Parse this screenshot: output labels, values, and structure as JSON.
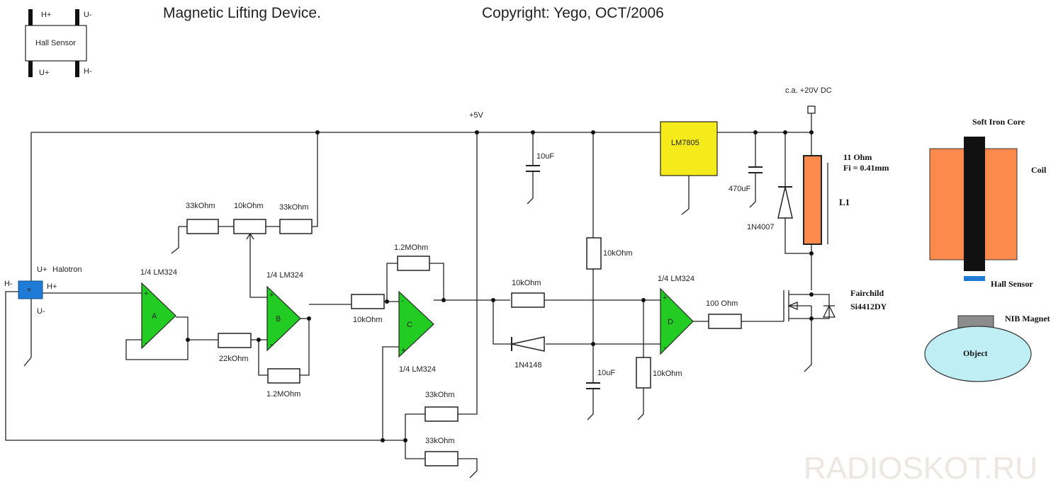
{
  "title": "Magnetic Lifting Device.",
  "copyright": "Copyright:   Yego, OCT/2006",
  "watermark": "RADIOSKOT.RU",
  "colors": {
    "opamp": "#22cc22",
    "regulator": "#f5ea1a",
    "coil": "#fb8a4c",
    "sensor": "#1f7bd6",
    "object": "#bfeef5",
    "magnet": "#8c8c8c",
    "core": "#111111"
  },
  "legend": {
    "hall_sensor": "Hall Sensor",
    "h_plus": "H+",
    "h_minus": "H-",
    "u_plus": "U+",
    "u_minus": "U-"
  },
  "sensor": {
    "u_plus": "U+",
    "name": "Halotron",
    "h_plus": "H+",
    "h_minus": "H-",
    "u_minus": "U-"
  },
  "supply": {
    "vcc": "+5V",
    "vin": "c.a. +20V DC",
    "regulator": "LM7805"
  },
  "opamps": {
    "a": {
      "label": "1/4 LM324",
      "letter": "A"
    },
    "b": {
      "label": "1/4 LM324",
      "letter": "B"
    },
    "c": {
      "label": "1/4 LM324",
      "letter": "C"
    },
    "d": {
      "label": "1/4 LM324",
      "letter": "D"
    }
  },
  "opamp_signs": {
    "plus": "+",
    "minus": "-"
  },
  "resistors": {
    "r33k_1": "33kOhm",
    "pot10k": "10kOhm",
    "r33k_2": "33kOhm",
    "r22k": "22kOhm",
    "r12m_b": "1.2MOhm",
    "r10k_bc": "10kOhm",
    "r12m_c": "1.2MOhm",
    "r33k_3": "33kOhm",
    "r33k_4": "33kOhm",
    "r10k_d": "10kOhm",
    "r10k_div_top": "10kOhm",
    "r10k_div_bot": "10kOhm",
    "r100": "100 Ohm"
  },
  "capacitors": {
    "c10u_1": "10uF",
    "c10u_2": "10uF",
    "c470u": "470uF"
  },
  "diodes": {
    "d1": "1N4148",
    "d2": "1N4007"
  },
  "coil": {
    "spec_line1": "11 Ohm",
    "spec_line2": "Fi = 0.41mm",
    "label": "L1"
  },
  "mosfet": {
    "line1": "Fairchild",
    "line2": "Si4412DY"
  },
  "assembly": {
    "core": "Soft Iron Core",
    "coil": "Coil",
    "sensor": "Hall Sensor",
    "magnet": "NIB Magnet",
    "object": "Object"
  }
}
